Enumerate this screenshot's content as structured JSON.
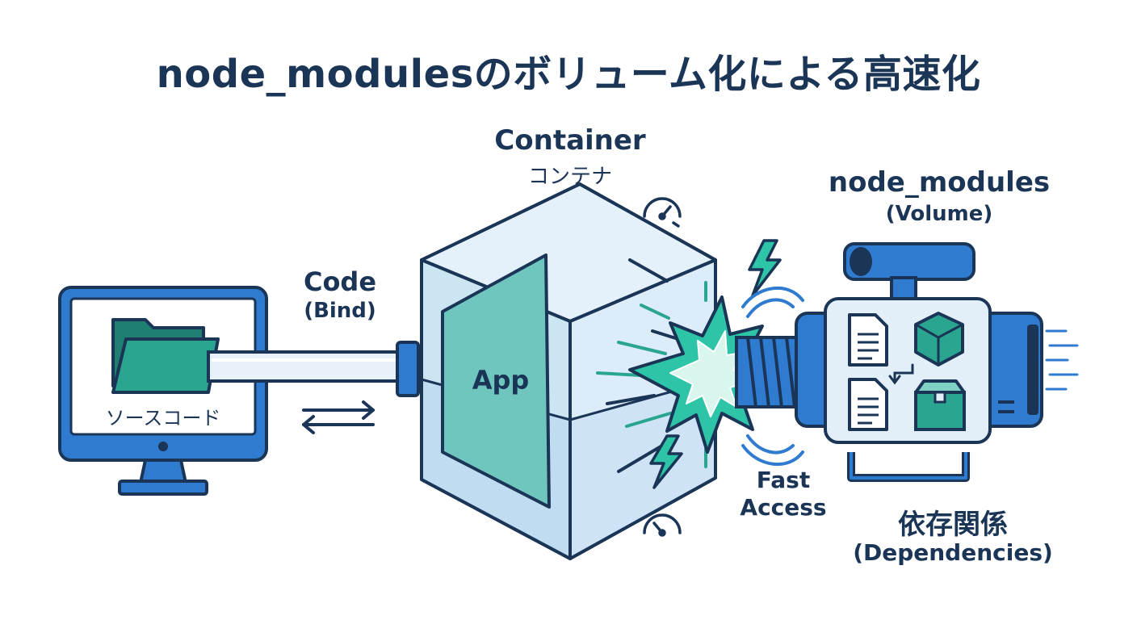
{
  "title": "node_modulesのボリューム化による高速化",
  "container": {
    "title": "Container",
    "subtitle": "コンテナ",
    "app_label": "App"
  },
  "code": {
    "title": "Code",
    "subtitle": "(Bind)"
  },
  "source": {
    "label": "ソースコード"
  },
  "volume": {
    "title": "node_modules",
    "subtitle": "(Volume)"
  },
  "dependencies": {
    "title": "依存関係",
    "subtitle": "(Dependencies)"
  },
  "access": {
    "line1": "Fast",
    "line2": "Access"
  },
  "colors": {
    "navy": "#1b3557",
    "blue": "#2f7bd0",
    "light_blue": "#cfe4f5",
    "teal": "#2aa58f",
    "mint": "#7fd1c4"
  }
}
